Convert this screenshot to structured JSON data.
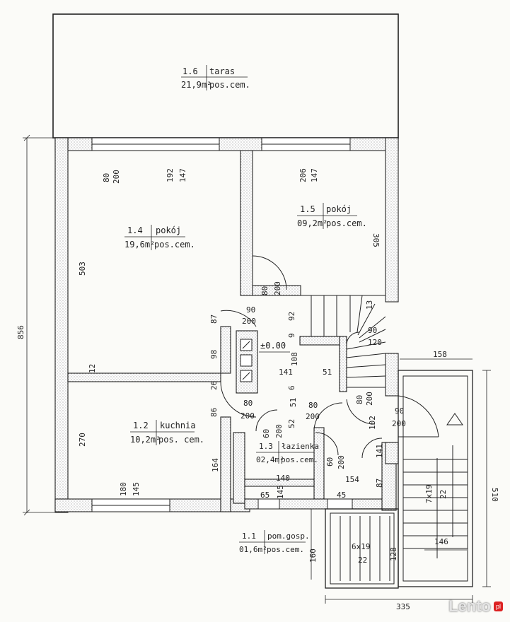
{
  "rooms": {
    "taras": {
      "number": "1.6",
      "name": "taras",
      "area": "21,9m²",
      "finish": "pos.cem."
    },
    "pokoj_small": {
      "number": "1.5",
      "name": "pokój",
      "area": "09,2m²",
      "finish": "pos.cem."
    },
    "pokoj_large": {
      "number": "1.4",
      "name": "pokój",
      "area": "19,6m²",
      "finish": "pos.cem."
    },
    "kuchnia": {
      "number": "1.2",
      "name": "kuchnia",
      "area": "10,2m²",
      "finish": "pos. cem."
    },
    "lazienka": {
      "number": "1.3",
      "name": "łazienka",
      "area": "02,4m²",
      "finish": "pos.cem."
    },
    "pom_gosp": {
      "number": "1.1",
      "name": "pom.gosp.",
      "area": "01,6m²",
      "finish": "pos.cem."
    }
  },
  "level": "±0.00",
  "dims": {
    "d856": "856",
    "d503": "503",
    "d305": "305",
    "d270": "270",
    "d164": "164",
    "d510": "510",
    "d80a": "80",
    "d200a": "200",
    "d192": "192",
    "d147a": "147",
    "d206": "206",
    "d147b": "147",
    "d80b": "80",
    "d200b": "200",
    "d90a": "90",
    "d200c": "200",
    "d87": "87",
    "d92": "92",
    "d9": "9",
    "d98": "98",
    "d12": "12",
    "d141": "141",
    "d108": "108",
    "d51a": "51",
    "d26": "26",
    "d6": "6",
    "d13": "13",
    "d90b": "90",
    "d120": "120",
    "d158": "158",
    "d80c": "80",
    "d200d": "200",
    "d86": "86",
    "d51b": "51",
    "d80d": "80",
    "d200e": "200",
    "d60a": "60",
    "d200f": "200",
    "d80e": "80",
    "d200g": "200",
    "d102": "102",
    "d90c": "90",
    "d200h": "200",
    "d52": "52",
    "d60b": "60",
    "d200i": "200",
    "d141b": "141",
    "d140": "140",
    "d154": "154",
    "d87b": "87",
    "d65": "65",
    "d145a": "145",
    "d45": "45",
    "d180": "180",
    "d145b": "145",
    "d160": "160",
    "d128": "128",
    "d146": "146",
    "stairs1a": "7x19",
    "stairs1b": "22",
    "stairs2a": "6x19",
    "stairs2b": "22",
    "d335": "335"
  },
  "watermark": {
    "brand": "Lento",
    "tld": "pl"
  }
}
